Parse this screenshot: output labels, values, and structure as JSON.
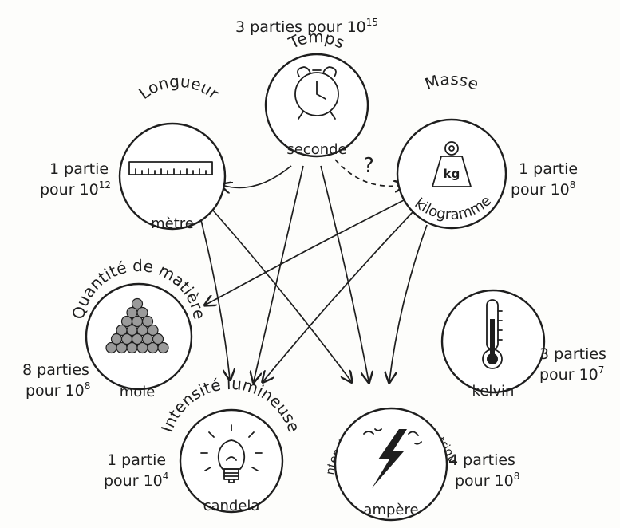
{
  "temps": {
    "precision_base": "3 parties pour 10",
    "precision_exp": "15",
    "quantity": "Temps",
    "unit": "seconde"
  },
  "longueur": {
    "precision_line1": "1 partie",
    "precision_line2": "pour 10",
    "precision_exp": "12",
    "quantity": "Longueur",
    "unit": "mètre"
  },
  "masse": {
    "precision_line1": "1 partie",
    "precision_line2": "pour 10",
    "precision_exp": "8",
    "quantity": "Masse",
    "unit": "kilogramme",
    "weight_label": "kg"
  },
  "question_mark": "?",
  "matiere": {
    "precision_line1": "8 parties",
    "precision_line2": "pour 10",
    "precision_exp": "8",
    "quantity": "Quantité de matière",
    "unit": "mole"
  },
  "temperature": {
    "precision_line1": "3 parties",
    "precision_line2": "pour 10",
    "precision_exp": "7",
    "unit": "kelvin"
  },
  "lumineuse": {
    "precision_line1": "1 partie",
    "precision_line2": "pour 10",
    "precision_exp": "4",
    "quantity": "Intensité lumineuse",
    "unit": "candela"
  },
  "courant": {
    "precision_line1": "4 parties",
    "precision_line2": "pour 10",
    "precision_exp": "8",
    "quantity": "Intensité du courant électrique",
    "unit": "ampère"
  },
  "colors": {
    "ink": "#1e1e1e",
    "paper": "#fdfdfb"
  }
}
